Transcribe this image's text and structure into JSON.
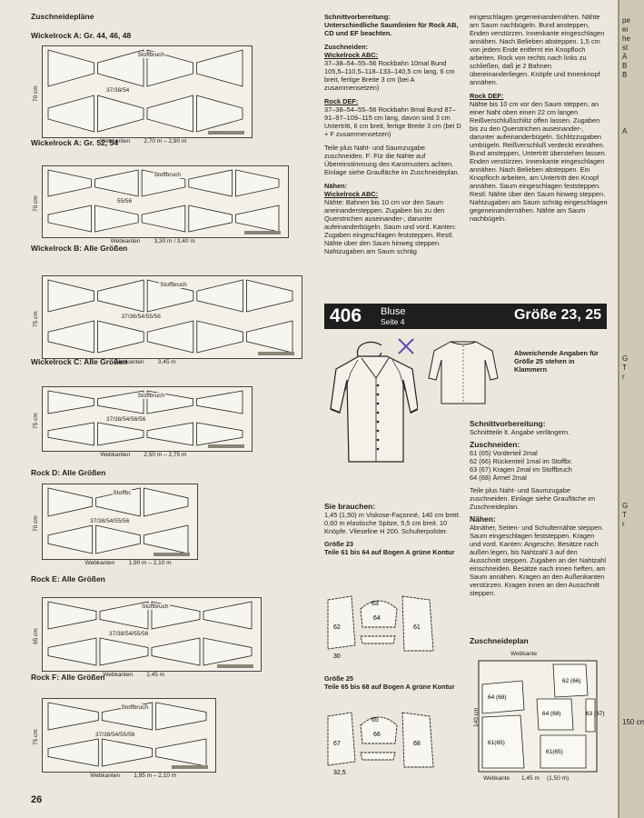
{
  "left": {
    "title": "Zuschneidepläne",
    "diagrams": [
      {
        "heading": "Wickelrock A: Gr. 44, 46, 48",
        "fold": "Stoffbruch",
        "sizes": "37/38/54",
        "height": "70 cm",
        "selvage": "Webkanten",
        "length": "2,70 m – 2,90 m"
      },
      {
        "heading": "Wickelrock A: Gr. 52, 54",
        "fold": "Stoffbruch",
        "sizes": "55/56",
        "height": "70 cm",
        "selvage": "Webkanten",
        "length": "3,30 m / 3,40 m"
      },
      {
        "heading": "Wickelrock B: Alle Größen",
        "fold": "Stoffbruch",
        "sizes": "37/38/54/55/56",
        "height": "75 cm",
        "selvage": "Webkanten",
        "length": "3,45 m"
      },
      {
        "heading": "Wickelrock C: Alle Größen",
        "fold": "Stoffbruch",
        "sizes": "37/38/54/56/56",
        "height": "75 cm",
        "selvage": "Webkanten",
        "length": "2,50 m – 2,75 m"
      },
      {
        "heading": "Rock D: Alle Größen",
        "fold": "Stoffbr.",
        "sizes": "37/38/54/55/56",
        "height": "70 cm",
        "selvage": "Webkanten",
        "length": "1,90 m – 2,10 m"
      },
      {
        "heading": "Rock E: Alle Größen",
        "fold": "Stoffbruch",
        "sizes": "37/38/54/55/56",
        "height": "65 cm",
        "selvage": "Webkanten",
        "length": "2,45 m"
      },
      {
        "heading": "Rock F: Alle Größen",
        "fold": "Stoffbruch",
        "sizes": "37/38/54/55/56",
        "height": "75 cm",
        "selvage": "Webkanten",
        "length": "1,95 m – 2,10 m"
      }
    ],
    "page_number": "26"
  },
  "mid": {
    "h1": "Schnittvorbereitung:",
    "p1": "Unterschiedliche Saumlinien für Rock AB, CD und EF beachten.",
    "h2": "Zuschneiden:",
    "abc_h": "Wickelrock ABC:",
    "abc_t": "37–38–54–55–56 Rockbahn 10mal Bund 105,5–110,5–118–133–140,5 cm lang, 6 cm breit, fertige Breite 3 cm (bei A zusammensetzen)",
    "def_h": "Rock DEF:",
    "def_t": "37–38–54–55–56 Rockbahn 8mal Bund 87–91–97–109–115 cm lang, davon sind 3 cm Untertritt, 6 cm breit, fertige Breite 3 cm (bei D + F zusammensetzen)",
    "p2": "Teile plus Naht- und Saumzugabe zuschneiden. F: Für die Nähte auf Übereinstimmung des Karomusters achten. Einlage siehe Graufläche im Zuschneideplan.",
    "h3": "Nähen:",
    "n_h": "Wickelrock ABC:",
    "n_t": "Nähte: Bahnen bis 10 cm vor den Saum aneinandersteppen. Zugaben bis zu den Querstrichen auseinander-, darunter aufeinanderbügeln. Saum und vord. Kanten: Zugaben eingeschlagen feststeppen. Restl. Nähte über den Saum hinweg steppen. Nahtzugaben am Saum schräg"
  },
  "right": {
    "p1": "eingeschlagen gegeneinandernähen. Nähte am Saum nachbügeln. Bund ansteppen, Enden verstürzen. Innenkante eingeschlagen annähen. Nach Belieben absteppen. 1,5 cm von jedem Ende entfernt ein Knopfloch arbeiten. Rock von rechts nach links zu schließen, daß je 2 Bahnen übereinanderliegen. Knöpfe und Innenknopf annähen.",
    "def_h": "Rock DEF:",
    "def_t": "Nähte bis 10 cm vor den Saum steppen, an einer Naht oben einen 22 cm langen Reißverschlußschlitz offen lassen. Zugaben bis zu den Querstrichen auseinander-, darunter aufeinanderbügeln. Schlitzzugaben umbügeln. Reißverschluß verdeckt einnähen. Bund ansteppen, Untertritt überstehen lassen. Enden verstürzen. Innenkante eingeschlagen annähen. Nach Belieben absteppen. Ein Knopfloch arbeiten, am Untertritt den Knopf annähen. Saum eingeschlagen feststeppen. Restl. Nähte über den Saum hinweg steppen. Nahtzugaben am Saum schräg eingeschlagen gegeneinandernähen. Nähte am Saum nachbügeln."
  },
  "bluse": {
    "number": "406",
    "name": "Bluse",
    "seite": "Seite 4",
    "size": "Größe 23, 25",
    "abw": "Abweichende Angaben für Größe 25 stehen in Klammern",
    "sv_h": "Schnittvorbereitung:",
    "sv_t": "Schnittteile lt. Angabe verlängern.",
    "zu_h": "Zuschneiden:",
    "zu_lines": [
      "61 (65) Vorderteil 2mal",
      "62 (66) Rückenteil 1mal im Stoffbr.",
      "63 (67) Kragen 2mal im Stoffbruch",
      "64 (68) Ärmel 2mal"
    ],
    "zu_p": "Teile plus Naht- und Saumzugabe zuschneiden. Einlage siehe Graufläche im Zuschneideplan.",
    "na_h": "Nähen:",
    "na_t": "Abnäher, Seiten- und Schulternähte steppen. Saum eingeschlagen feststeppen. Kragen und vord. Kanten: Angeschn. Besätze nach außen legen, bis Nahtzahl 3 auf den Ausschnitt steppen. Zugaben an der Nahtzahl einschneiden. Besätze nach innen heften, am Saum annähen. Kragen an den Außenkanten verstürzen. Kragen innen an den Ausschnitt steppen.",
    "plan_h": "Zuschneideplan",
    "plan_top": "Webkante",
    "plan_height": "140 cm",
    "plan_bottom": "Webkante",
    "plan_len": "1,45 m",
    "plan_len2": "1,50 m",
    "plan_pieces": [
      "64 (68)",
      "62 (66)",
      "64 (68)",
      "63 (67)",
      "61(65)",
      "61(65)"
    ],
    "need_h": "Sie brauchen:",
    "need_t": "1,45 (1,50) m Viskose-Façonné, 140 cm breit. 0,60 m elastische Spitze, 5,5 cm breit. 10 Knöpfe. Vlieseline H 200. Schulterpolster.",
    "g23_h": "Größe 23",
    "g23_t": "Teile 61 bis 64 auf Bogen A grüne Kontur",
    "g25_h": "Größe 25",
    "g25_t": "Teile 65 bis 68 auf Bogen A grüne Kontur",
    "g23_parts": [
      "62",
      "64",
      "61",
      "63",
      "30"
    ],
    "g25_parts": [
      "67",
      "66",
      "68",
      "65",
      "32,5"
    ]
  },
  "edge_text": [
    "pe",
    "ei",
    "he",
    "st",
    "Ä",
    "B",
    "B",
    "A",
    "G",
    "T",
    "r",
    "G",
    "T",
    "r",
    "150 cm"
  ]
}
